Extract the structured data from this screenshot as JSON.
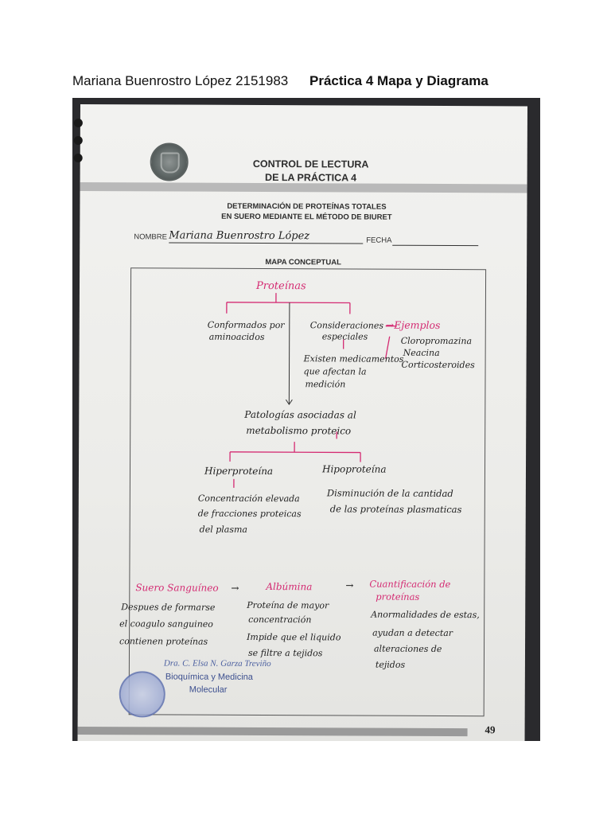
{
  "document": {
    "author_line": "Mariana Buenrostro López 2151983",
    "title": "Práctica 4 Mapa y Diagrama"
  },
  "sheet": {
    "heading_1": "CONTROL DE LECTURA",
    "heading_2": "DE LA PRÁCTICA 4",
    "subheading_1": "DETERMINACIÓN DE PROTEÍNAS TOTALES",
    "subheading_2": "EN SUERO MEDIANTE EL MÉTODO DE BIURET",
    "nombre_label": "NOMBRE",
    "nombre_value": "Mariana Buenrostro López",
    "fecha_label": "FECHA",
    "map_title": "MAPA CONCEPTUAL",
    "page_number": "49"
  },
  "concept_map": {
    "root": "Proteínas",
    "branch_left_1": "Conformados por",
    "branch_left_2": "aminoacidos",
    "branch_mid_1": "Consideraciones",
    "branch_mid_2": "especiales",
    "examples_label": "Ejemplos",
    "example_1": "Cloropromazina",
    "example_2": "Neacina",
    "example_3": "Corticosteroides",
    "meds_1": "Existen medicamentos",
    "meds_2": "que afectan la",
    "meds_3": "medición",
    "patologias_1": "Patologías asociadas al",
    "patologias_2": "metabolismo proteico",
    "hiper": "Hiperproteína",
    "hipo": "Hipoproteína",
    "hiper_desc_1": "Concentración elevada",
    "hiper_desc_2": "de fracciones proteicas",
    "hiper_desc_3": "del plasma",
    "hipo_desc_1": "Disminución de la cantidad",
    "hipo_desc_2": "de las proteínas plasmaticas"
  },
  "diagram": {
    "suero_label": "Suero Sanguíneo",
    "suero_desc_1": "Despues de formarse",
    "suero_desc_2": "el coagulo sanguineo",
    "suero_desc_3": "contienen proteínas",
    "albumina_label": "Albúmina",
    "albumina_desc_1": "Proteína de mayor",
    "albumina_desc_2": "concentración",
    "albumina_desc_3": "Impide que el liquido",
    "albumina_desc_4": "se filtre a tejidos",
    "cuant_label_1": "Cuantificación de",
    "cuant_label_2": "proteínas",
    "cuant_desc_1": "Anormalidades de estas,",
    "cuant_desc_2": "ayudan a detectar",
    "cuant_desc_3": "alteraciones de",
    "cuant_desc_4": "tejidos",
    "arrow": "→"
  },
  "signature": {
    "name": "Dra. C. Elsa N. Garza Treviño",
    "line_1": "Bioquímica y Medicina",
    "line_2": "Molecular"
  },
  "colors": {
    "accent_pink": "#d42a72",
    "ink": "#1e1e1e"
  }
}
